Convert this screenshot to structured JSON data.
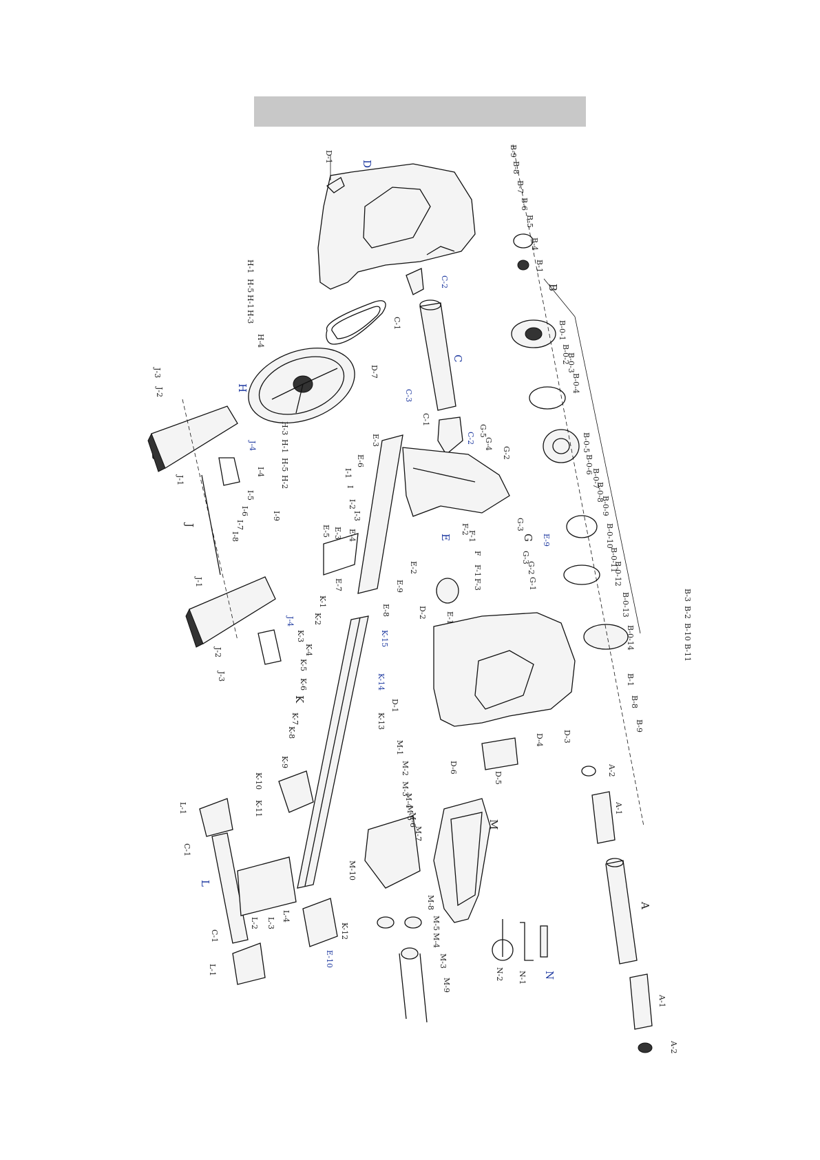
{
  "banner": {
    "color": "#c8c8c8"
  },
  "labels": {
    "D": "D",
    "D_1": "D-1",
    "D_1b": "D-1",
    "D_2": "D-2",
    "D_3": "D-3",
    "D_4": "D-4",
    "D_5": "D-5",
    "D_6": "D-6",
    "D_7": "D-7",
    "C": "C",
    "C_1": "C-1",
    "C_1b": "C-1",
    "C_1c": "C-1",
    "C_1d": "C-1",
    "C_2": "C-2",
    "C_2b": "C-2",
    "C_3": "C-3",
    "B": "B",
    "B_1": "B-1",
    "B_1b": "B-1",
    "B_2": "B-2",
    "B_3": "B-3",
    "B_4": "B-4",
    "B_5": "B-5",
    "B_6": "B-6",
    "B_7": "B-7",
    "B_8": "B-8",
    "B_8b": "B-8",
    "B_9": "B-9",
    "B_9b": "B-9",
    "B_10": "B-10",
    "B_11": "B-11",
    "B_0_1": "B-0-1",
    "B_0_2": "B-0-2",
    "B_0_3": "B-0-3",
    "B_0_4": "B-0-4",
    "B_0_5": "B-0-5",
    "B_0_6": "B-0-6",
    "B_0_7": "B-0-7",
    "B_0_8": "B-0-8",
    "B_0_9": "B-0-9",
    "B_0_10": "B-0-10",
    "B_0_11": "B-0-11",
    "B_0_12": "B-0-12",
    "B_0_13": "B-0-13",
    "B_0_14": "B-0-14",
    "H": "H",
    "H_1": "H-1",
    "H_1b": "H-1",
    "H_1c": "H-1",
    "H_1d": "H-1",
    "H_2": "H-2",
    "H_3": "H-3",
    "H_3b": "H-3",
    "H_4": "H-4",
    "H_5": "H-5",
    "H_5b": "H-5",
    "J": "J",
    "J_1": "J-1",
    "J_1b": "J-1",
    "J_2": "J-2",
    "J_2b": "J-2",
    "J_3": "J-3",
    "J_3b": "J-3",
    "J_4": "J-4",
    "J_4b": "J-4",
    "I": "I",
    "I_1": "I-1",
    "I_2": "I-2",
    "I_3": "I-3",
    "I_4": "I-4",
    "I_5": "I-5",
    "I_6": "I-6",
    "I_7": "I-7",
    "I_8": "I-8",
    "I_9": "I-9",
    "E": "E",
    "E_1": "E-1",
    "E_2": "E-2",
    "E_3": "E-3",
    "E_3b": "E-3",
    "E_4": "E-4",
    "E_5": "E-5",
    "E_6": "E-6",
    "E_7": "E-7",
    "E_8": "E-8",
    "E_9": "E-9",
    "E_9b": "E-9",
    "E_10": "E-10",
    "F": "F",
    "F_1": "F-1",
    "F_1b": "F-1",
    "F_2": "F-2",
    "F_3": "F-3",
    "G": "G",
    "G_1": "G-1",
    "G_2": "G-2",
    "G_2b": "G-2",
    "G_3": "G-3",
    "G_3b": "G-3",
    "G_4": "G-4",
    "G_5": "G-5",
    "K": "K",
    "K_1": "K-1",
    "K_2": "K-2",
    "K_3": "K-3",
    "K_4": "K-4",
    "K_5": "K-5",
    "K_6": "K-6",
    "K_7": "K-7",
    "K_8": "K-8",
    "K_9": "K-9",
    "K_10": "K-10",
    "K_11": "K-11",
    "K_12": "K-12",
    "K_13": "K-13",
    "K_14": "K-14",
    "K_15": "K-15",
    "L": "L",
    "L_1": "L-1",
    "L_1b": "L-1",
    "L_2": "L-2",
    "L_3": "L-3",
    "L_4": "L-4",
    "M": "M",
    "M_1": "M-1",
    "M_2": "M-2",
    "M_3": "M-3",
    "M_3b": "M-3",
    "M_4": "M-4",
    "M_4b": "M-4",
    "M_5": "M-5",
    "M_5b": "M-5",
    "M_6": "M-6",
    "M_7": "M-7",
    "M_8": "M-8",
    "M_9": "M-9",
    "M_9b": "M-9",
    "M_10": "M-10",
    "N": "N",
    "N_1": "N-1",
    "N_2": "N-2",
    "A": "A",
    "A_1": "A-1",
    "A_1b": "A-1",
    "A_2": "A-2",
    "A_2b": "A-2"
  }
}
